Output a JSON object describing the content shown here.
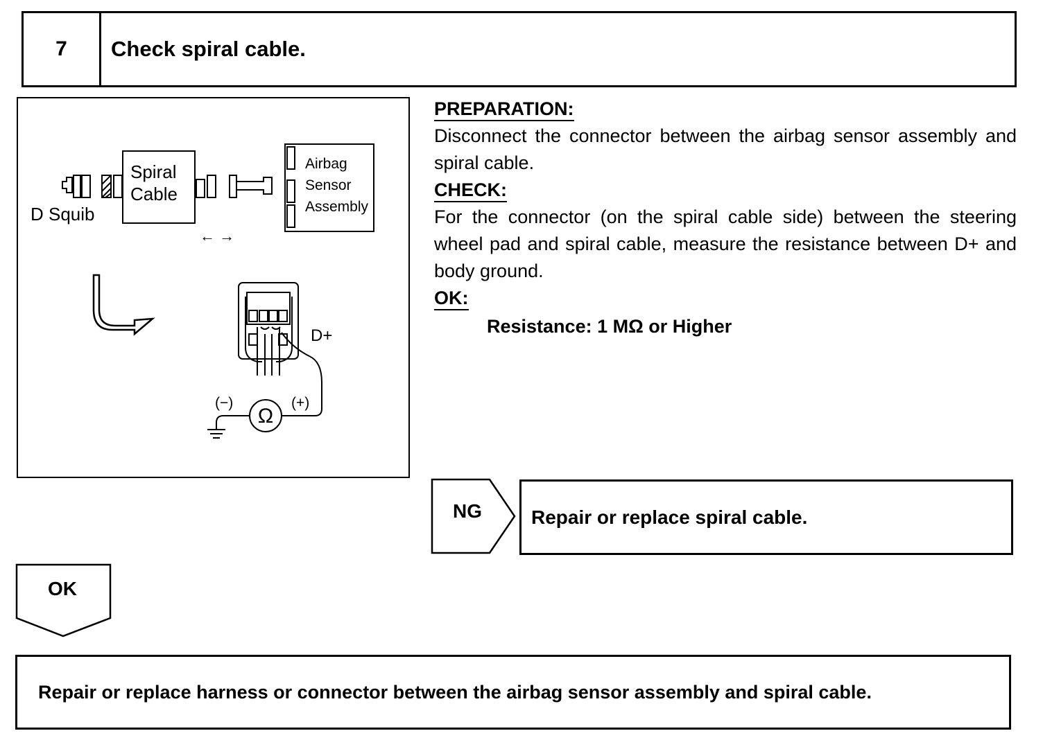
{
  "step": {
    "number": "7",
    "title": "Check spiral cable."
  },
  "diagram": {
    "spiral_cable_label": [
      "Spiral",
      "Cable"
    ],
    "airbag_sensor_label": [
      "Airbag",
      "Sensor",
      "Assembly"
    ],
    "d_squib_label": "D Squib",
    "disconnect_arrows": "← →",
    "terminal_label": "D+",
    "negative_label": "(−)",
    "positive_label": "(+)",
    "ohmmeter_symbol": "Ω",
    "icons": [
      "ohmmeter-icon",
      "ground-symbol-icon",
      "bent-arrow-icon",
      "connector-icon"
    ]
  },
  "instructions": {
    "preparation_heading": "PREPARATION:",
    "preparation_text": "Disconnect the connector between the airbag sensor assembly and spiral cable.",
    "check_heading": "CHECK:",
    "check_text": "For the connector (on the spiral cable side) between the steering wheel pad and spiral cable, measure the resistance between D+ and body ground.",
    "ok_heading": "OK:",
    "ok_value": "Resistance: 1 MΩ or Higher"
  },
  "ng_branch": {
    "label": "NG",
    "action": "Repair or replace spiral cable."
  },
  "ok_branch": {
    "label": "OK"
  },
  "final_action": "Repair or replace harness or connector between the airbag sensor assembly and spiral cable."
}
